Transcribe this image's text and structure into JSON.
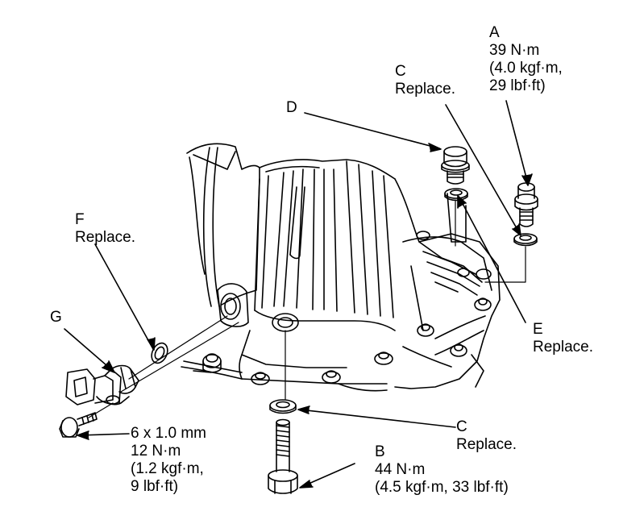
{
  "callouts": {
    "A": {
      "letter": "A",
      "lines": [
        "39 N·m",
        "(4.0 kgf·m,",
        "29 lbf·ft)"
      ]
    },
    "B": {
      "letter": "B",
      "lines": [
        "44 N·m",
        "(4.5 kgf·m, 33 lbf·ft)"
      ]
    },
    "C_top": {
      "letter": "C",
      "lines": [
        "Replace."
      ]
    },
    "C_bottom": {
      "letter": "C",
      "lines": [
        "Replace."
      ]
    },
    "D": {
      "letter": "D",
      "lines": []
    },
    "E": {
      "letter": "E",
      "lines": [
        "Replace."
      ]
    },
    "F": {
      "letter": "F",
      "lines": [
        "Replace."
      ]
    },
    "G": {
      "letter": "G",
      "lines": []
    },
    "bolt": {
      "lines": [
        "6 x 1.0 mm",
        "12 N·m",
        "(1.2 kgf·m,",
        "9 lbf·ft)"
      ]
    }
  }
}
